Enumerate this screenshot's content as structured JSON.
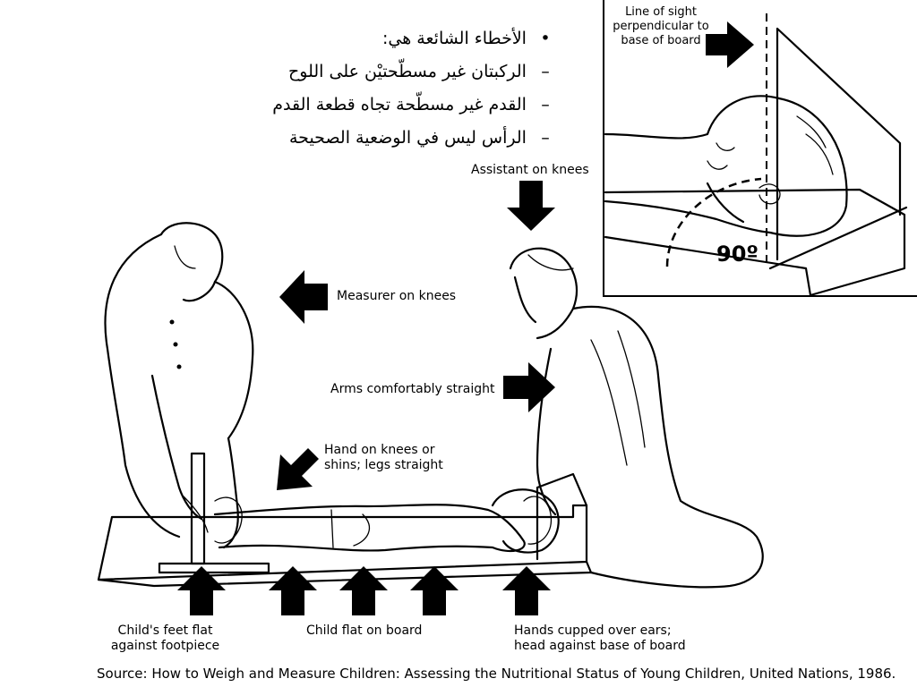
{
  "arabic": {
    "bullet_mark": "•",
    "dash_mark": "–",
    "heading": "الأخطاء الشائعة هي:",
    "items": [
      "الركبتان غير مسطّحتيْن على اللوح",
      "القدم غير مسطّحة تجاه قطعة القدم",
      "الرأس ليس في الوضعية الصحيحة"
    ]
  },
  "labels": {
    "line_of_sight": [
      "Line of sight",
      "perpendicular to",
      "base of board"
    ],
    "angle": "90º",
    "assistant": "Assistant on knees",
    "measurer": "Measurer on knees",
    "arms": "Arms comfortably straight",
    "hand_knees": [
      "Hand on knees or",
      "shins; legs straight"
    ],
    "feet": [
      "Child's feet flat",
      "against footpiece"
    ],
    "flat": "Child flat on board",
    "hands_ears": [
      "Hands cupped over ears;",
      "head against base of board"
    ]
  },
  "source": "Source:  How to Weigh and Measure Children:  Assessing the Nutritional Status of Young Children, United Nations, 1986."
}
